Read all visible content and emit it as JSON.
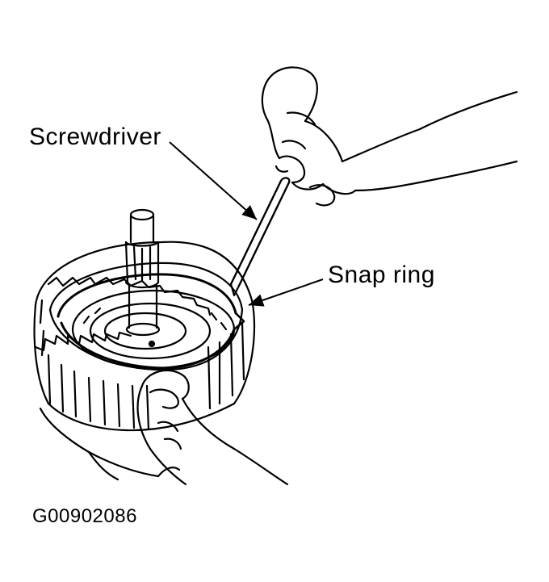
{
  "callouts": {
    "screwdriver": "Screwdriver",
    "snap_ring": "Snap ring"
  },
  "figure_id": "G00902086",
  "colors": {
    "ink": "#000000",
    "paper": "#ffffff"
  }
}
